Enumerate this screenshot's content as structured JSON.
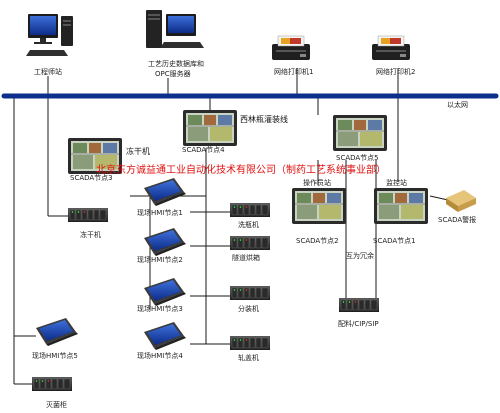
{
  "labels": {
    "eng_station": "工程师站",
    "history_server_1": "工艺历史数据库和",
    "history_server_2": "OPC服务器",
    "printer1": "网络打印机1",
    "printer2": "网络打印机2",
    "ethernet": "以太网",
    "line_title": "西林瓶灌装线",
    "scada4": "SCADA节点4",
    "dryer_title": "冻干机",
    "scada3": "SCADA节点3",
    "scada5": "SCADA节点5",
    "watermark": "北京东方诚益通工业自动化技术有限公司（制药工艺系统事业部）",
    "operator_station": "操作员站",
    "monitor_station": "监控站",
    "scada_alarm": "SCADA警报",
    "hmi1": "现场HMI节点1",
    "washer": "洗瓶机",
    "dryer_plc": "冻干机",
    "hmi2": "现场HMI节点2",
    "tunnel_oven": "隧道烘箱",
    "scada2": "SCADA节点2",
    "scada1": "SCADA节点1",
    "redundant": "互为冗余",
    "hmi3": "现场HMI节点3",
    "filler": "分装机",
    "hmi5": "现场HMI节点5",
    "hmi4": "现场HMI节点4",
    "capper": "轧盖机",
    "batching": "配料/CIP/SIP",
    "freeze_cabinet": "灭菌柜"
  },
  "icons": {
    "workstation": "desktop-computer-icon",
    "server": "tower-server-icon",
    "printer": "network-printer-icon",
    "scada": "scada-panel-icon",
    "hmi": "hmi-touch-panel-icon",
    "plc": "plc-rack-icon",
    "alarm": "alarm-box-icon"
  },
  "colors": {
    "bus": "#0d2f8c",
    "watermark": "#e01010",
    "monitor_frame": "#2b2b2b",
    "plc_body": "#3a3a3a",
    "alarm_box": "#d9b25a"
  }
}
